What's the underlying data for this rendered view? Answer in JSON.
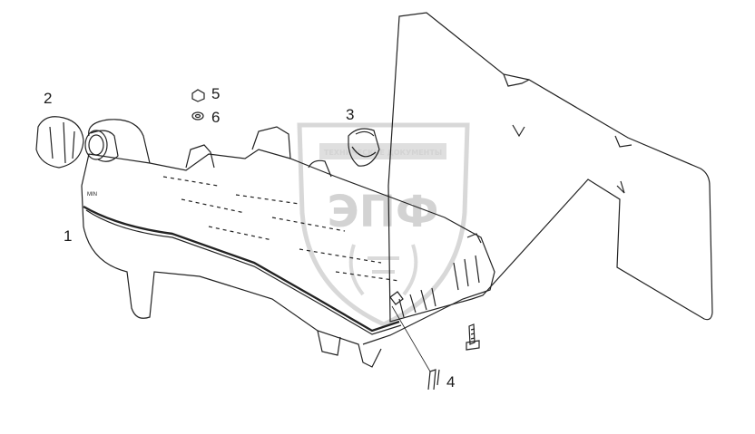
{
  "diagram": {
    "callouts": [
      {
        "id": "callout-1",
        "label": "1"
      },
      {
        "id": "callout-2",
        "label": "2"
      },
      {
        "id": "callout-3",
        "label": "3"
      },
      {
        "id": "callout-4",
        "label": "4"
      },
      {
        "id": "callout-5",
        "label": "5"
      },
      {
        "id": "callout-6",
        "label": "6"
      }
    ],
    "tank_marking": "MIN"
  },
  "watermark": {
    "banner_text": "ТЕХНИЧЕСКИЕ ДОКУМЕНТЫ",
    "logo_text": "ЭПФ"
  }
}
